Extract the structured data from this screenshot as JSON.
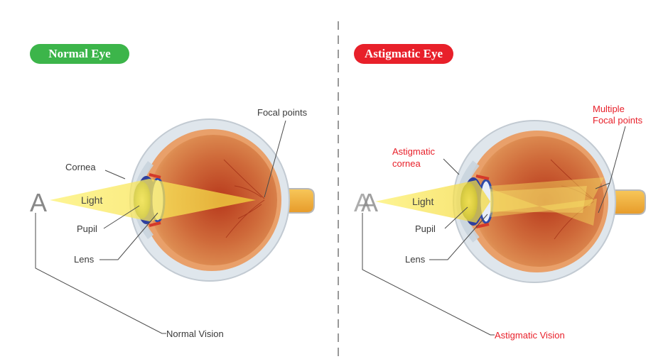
{
  "colors": {
    "normal_badge": "#3cb54a",
    "astig_badge": "#e8202a",
    "label_red": "#e8202a",
    "label_dark": "#3a3a3a",
    "sclera": "#dfe6ec",
    "choroid": "#e9a06a",
    "retina_inner": "#c8542a",
    "light_beam": "#f7e84a",
    "optic_nerve": "#f0b23a"
  },
  "normal": {
    "title": "Normal Eye",
    "letter": "A",
    "labels": {
      "cornea": "Cornea",
      "light": "Light",
      "pupil": "Pupil",
      "lens": "Lens",
      "focal": "Focal points",
      "vision": "Normal Vision"
    }
  },
  "astigmatic": {
    "title": "Astigmatic Eye",
    "letter": "A",
    "labels": {
      "cornea_line1": "Astigmatic",
      "cornea_line2": "cornea",
      "light": "Light",
      "pupil": "Pupil",
      "lens": "Lens",
      "focal_line1": "Multiple",
      "focal_line2": "Focal points",
      "vision": "Astigmatic Vision"
    }
  }
}
